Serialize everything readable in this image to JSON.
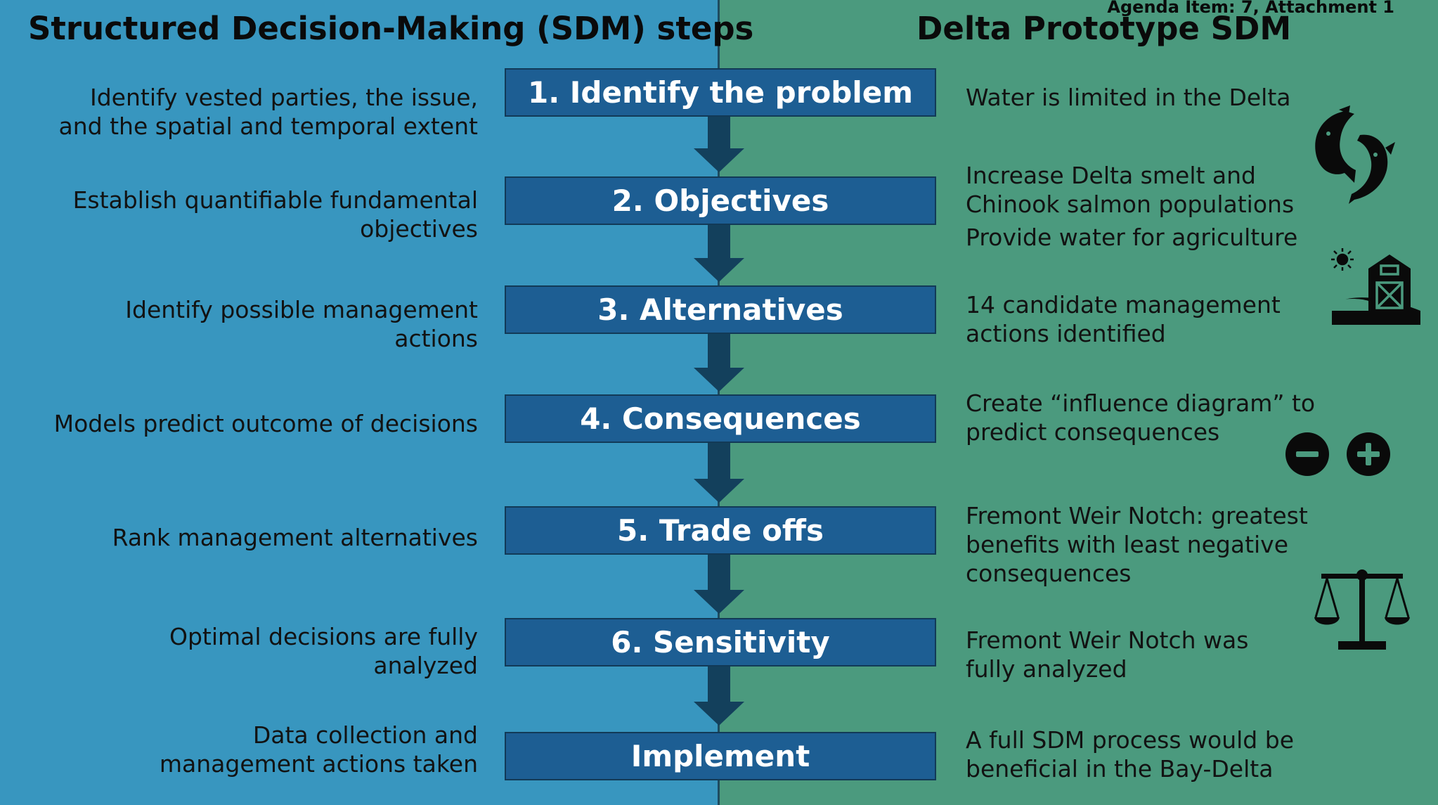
{
  "agenda": "Agenda Item: 7, Attachment 1",
  "header": {
    "left": "Structured Decision-Making (SDM) steps",
    "right": "Delta Prototype SDM"
  },
  "steps": [
    {
      "label": "1. Identify the problem",
      "description": [
        "Identify vested parties, the issue,",
        "and the spatial and temporal extent"
      ],
      "prototype": [
        "Water is limited in the Delta"
      ]
    },
    {
      "label": "2. Objectives",
      "description": [
        "Establish quantifiable fundamental",
        "objectives"
      ],
      "prototype": [
        "Increase Delta smelt and",
        "Chinook salmon populations",
        "Provide water for agriculture"
      ]
    },
    {
      "label": "3. Alternatives",
      "description": [
        "Identify possible management",
        "actions"
      ],
      "prototype": [
        "14 candidate management",
        "actions identified"
      ]
    },
    {
      "label": "4. Consequences",
      "description": [
        "Models predict outcome of decisions"
      ],
      "prototype": [
        "Create “influence diagram” to",
        "predict consequences"
      ]
    },
    {
      "label": "5. Trade offs",
      "description": [
        "Rank management alternatives"
      ],
      "prototype": [
        "Fremont Weir Notch: greatest",
        "benefits with least negative",
        "consequences"
      ]
    },
    {
      "label": "6. Sensitivity",
      "description": [
        "Optimal decisions are fully",
        "analyzed"
      ],
      "prototype": [
        "Fremont Weir Notch was",
        "fully analyzed"
      ]
    },
    {
      "label": "Implement",
      "description": [
        "Data collection and",
        "management actions taken"
      ],
      "prototype": [
        "A full SDM process would be",
        "beneficial in the Bay-Delta"
      ]
    }
  ],
  "icons": [
    "fish-icon",
    "barn-icon",
    "sun-icon",
    "minus-icon",
    "plus-icon",
    "balance-scale-icon"
  ],
  "colors": {
    "left_panel": "#3896bf",
    "right_panel": "#4b9a7e",
    "step_box": "#1d5e93",
    "arrow": "#13405c"
  }
}
